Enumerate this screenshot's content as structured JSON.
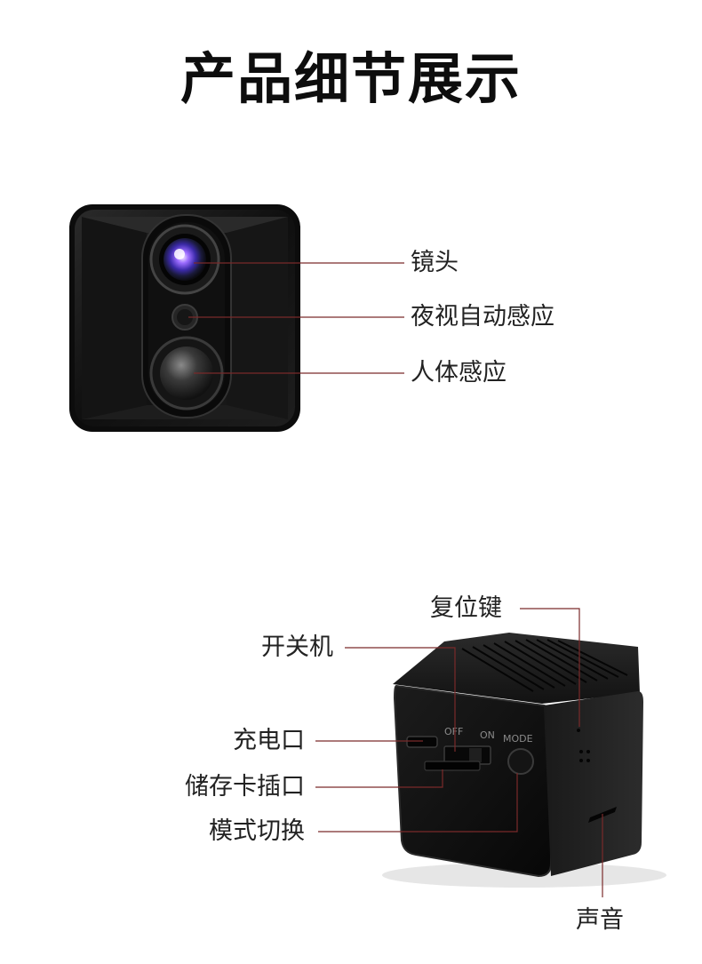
{
  "title": "产品细节展示",
  "front_view": {
    "callouts": [
      {
        "label": "镜头"
      },
      {
        "label": "夜视自动感应"
      },
      {
        "label": "人体感应"
      }
    ]
  },
  "back_view": {
    "callouts": [
      {
        "label": "复位键"
      },
      {
        "label": "开关机"
      },
      {
        "label": "充电口"
      },
      {
        "label": "储存卡插口"
      },
      {
        "label": "模式切换"
      },
      {
        "label": "声音"
      }
    ],
    "panel_markings": {
      "off": "OFF",
      "on": "ON",
      "mode": "MODE"
    }
  },
  "colors": {
    "callout_line": "#7a2a2a",
    "device_body": "#121212"
  }
}
